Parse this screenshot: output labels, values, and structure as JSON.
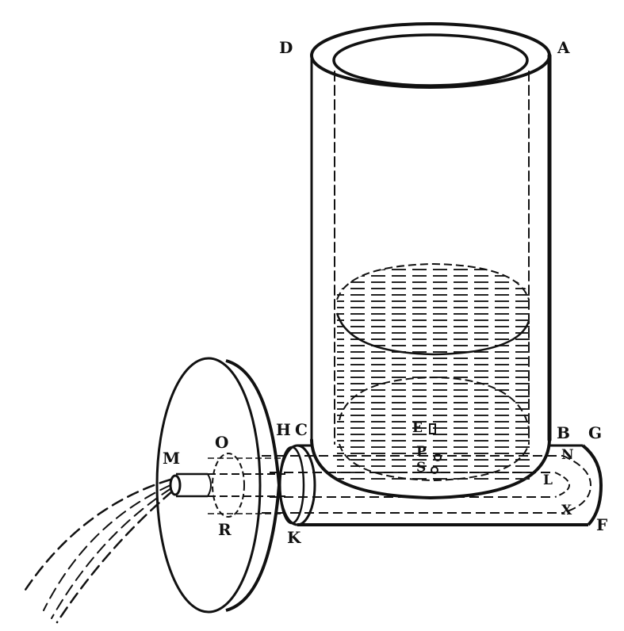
{
  "figure": {
    "description": "Engraved diagram of a vertical cylindrical water vessel connected at its base to a horizontal pipe, ending in a circular disc with a nozzle from which a jet of water issues",
    "ink_color": "#111111",
    "paper_color": "#ffffff"
  },
  "labels": {
    "D": "D",
    "A": "A",
    "H": "H",
    "C": "C",
    "B": "B",
    "G": "G",
    "E": "E",
    "P": "P",
    "S": "S",
    "N": "N",
    "L": "L",
    "X": "X",
    "F": "F",
    "M": "M",
    "O": "O",
    "R": "R",
    "K": "K"
  }
}
